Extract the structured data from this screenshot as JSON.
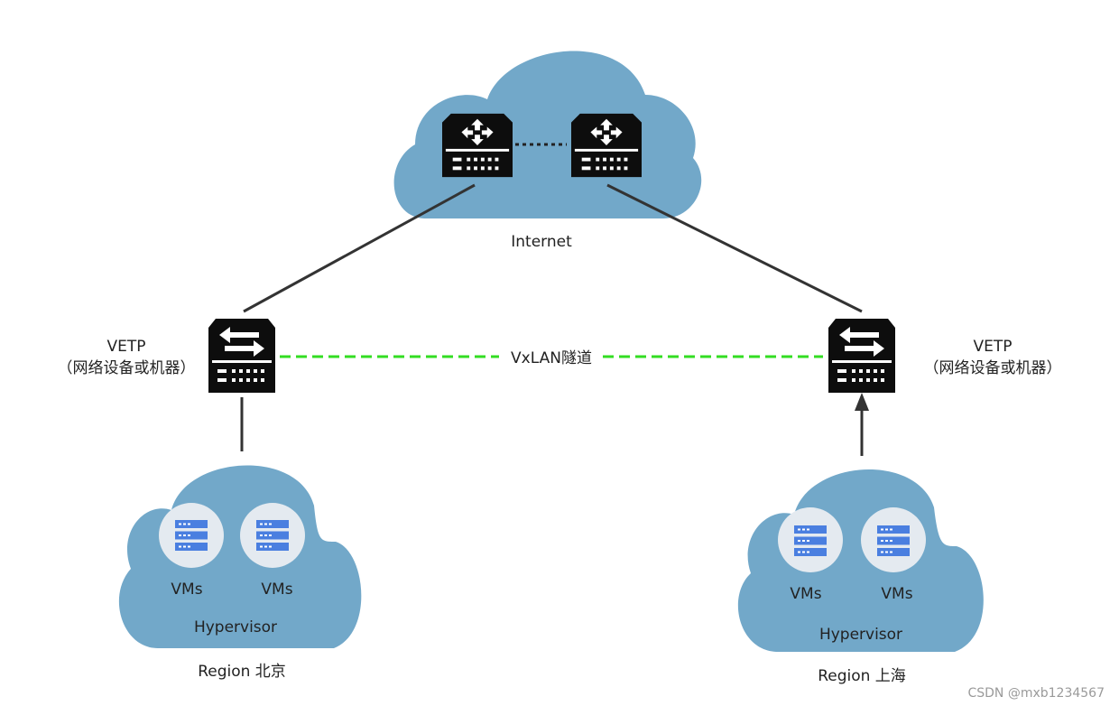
{
  "diagram": {
    "internet": {
      "label": "Internet",
      "router_dots": "……"
    },
    "vetp_left": {
      "title": "VETP",
      "subtitle": "（网络设备或机器）"
    },
    "vetp_right": {
      "title": "VETP",
      "subtitle": "（网络设备或机器）"
    },
    "tunnel": {
      "label": "VxLAN隧道"
    },
    "region_beijing": {
      "vm1": "VMs",
      "vm2": "VMs",
      "hypervisor": "Hypervisor",
      "label": "Region 北京"
    },
    "region_shanghai": {
      "vm1": "VMs",
      "vm2": "VMs",
      "hypervisor": "Hypervisor",
      "label": "Region 上海"
    },
    "watermark": "CSDN @mxb1234567"
  },
  "colors": {
    "cloud": "#72a8c9",
    "device": "#0d0d0d",
    "tunnel": "#33dd22",
    "link": "#333333",
    "vm_circle": "#e4eaf0",
    "vm_icon": "#4a7fe0"
  }
}
